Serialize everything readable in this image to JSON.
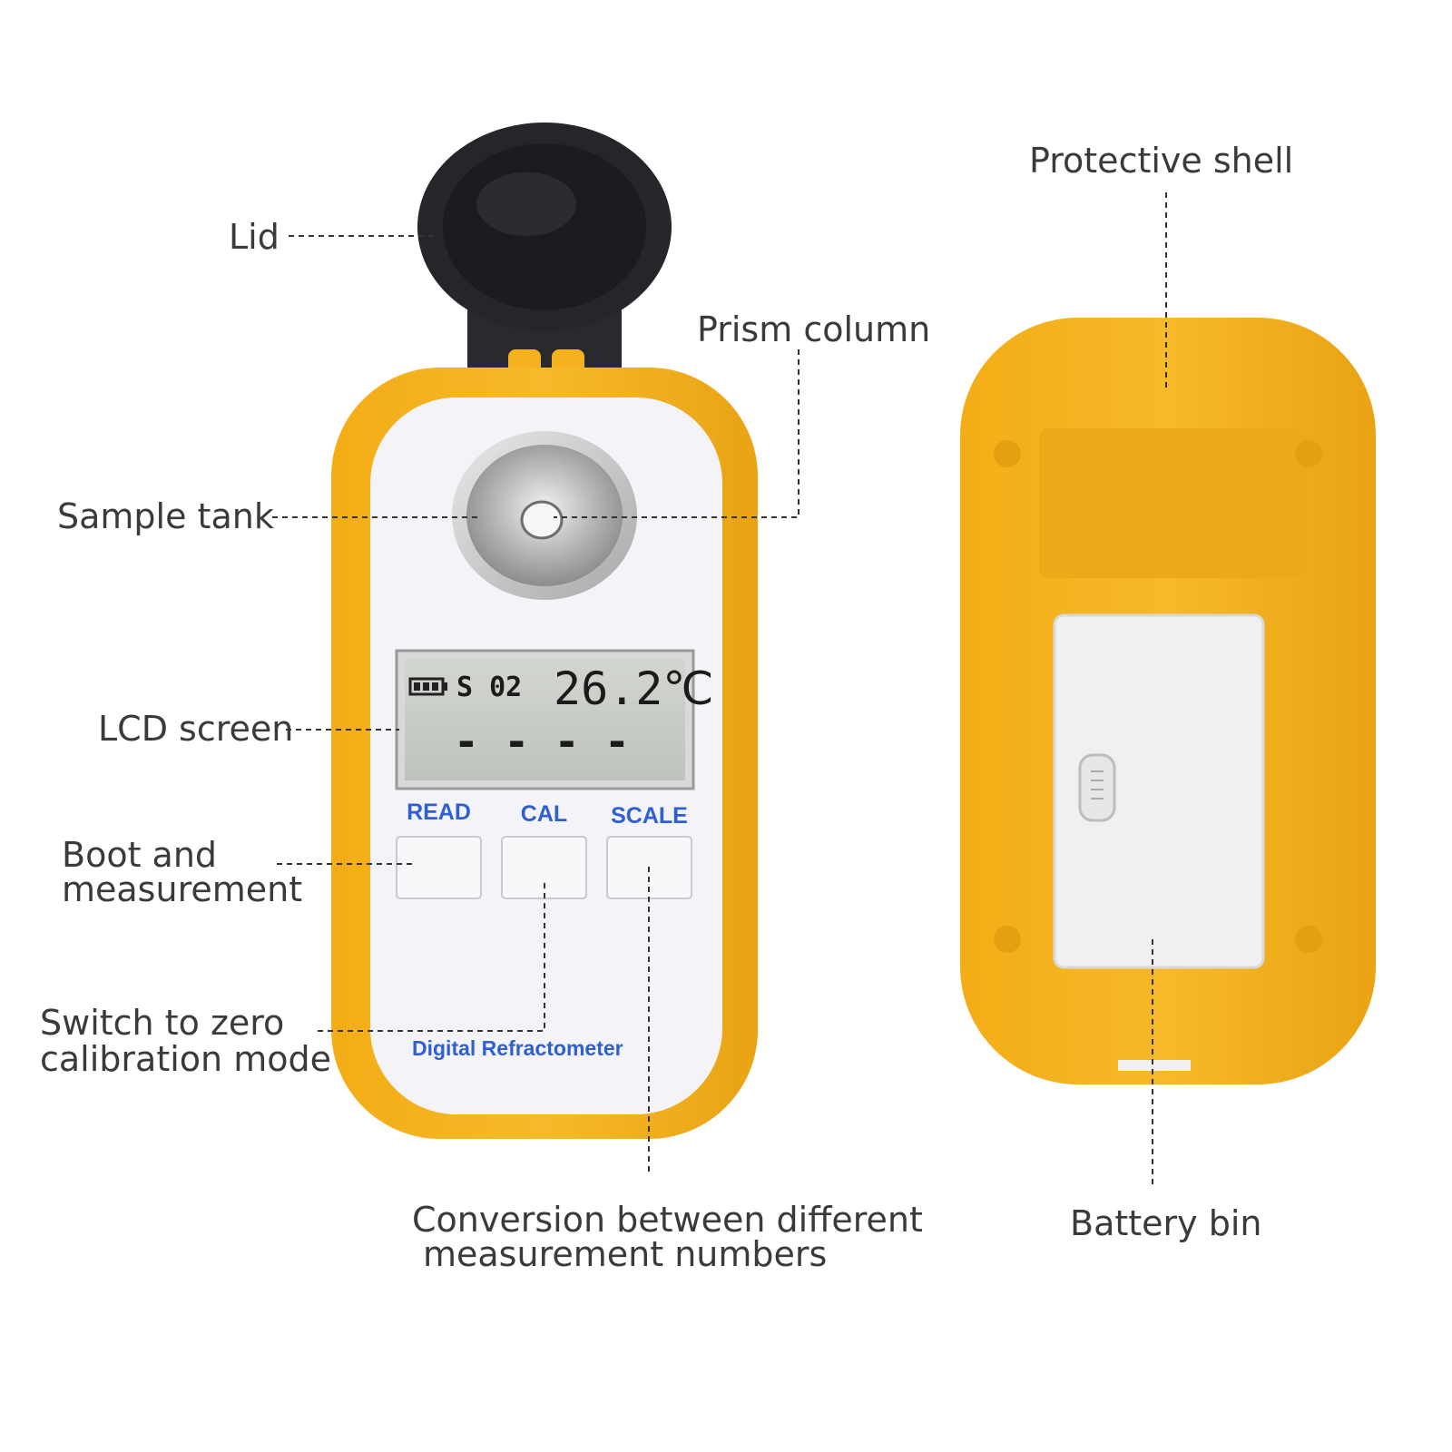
{
  "labels": {
    "lid": "Lid",
    "prism_column": "Prism column",
    "sample_tank": "Sample tank",
    "lcd_screen": "LCD screen",
    "boot_line1": "Boot and",
    "boot_line2": "measurement",
    "zero_line1": "Switch to zero",
    "zero_line2": "calibration mode",
    "conversion_line1": "Conversion between different",
    "conversion_line2": "measurement numbers",
    "protective_shell": "Protective shell",
    "battery_bin": "Battery bin"
  },
  "device": {
    "buttons": [
      "READ",
      "CAL",
      "SCALE"
    ],
    "brand": "Digital Refractometer",
    "lcd": {
      "scale": "S 02",
      "temperature": "26.2℃",
      "reading": "- - - -"
    }
  },
  "colors": {
    "shell": "#f5b21e",
    "faceplate": "#f4f4f8",
    "lid": "#26262a",
    "lcd": "#c9ccc6",
    "button_text": "#2f5fd0",
    "label_text": "#3a3a3a"
  }
}
